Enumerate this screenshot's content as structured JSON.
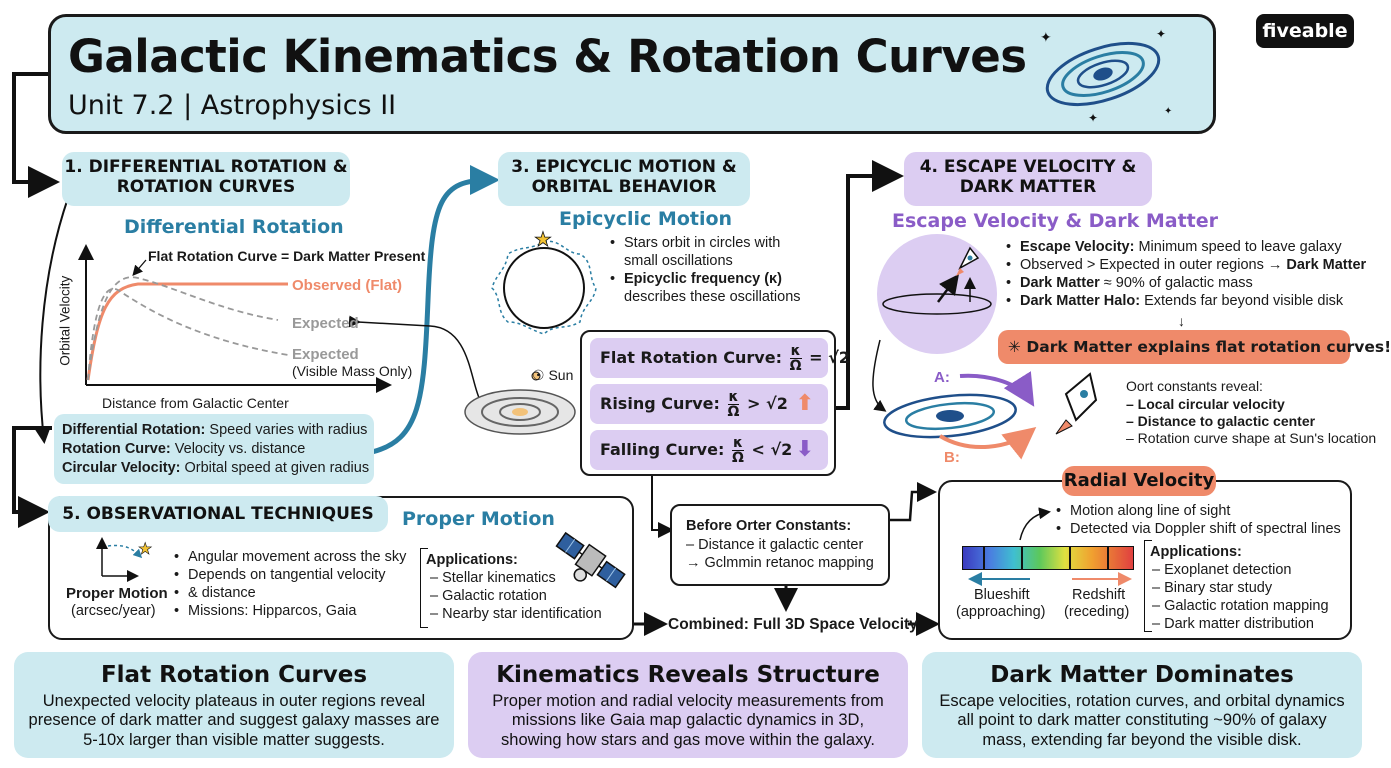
{
  "header": {
    "title": "Galactic Kinematics & Rotation Curves",
    "subtitle": "Unit 7.2 | Astrophysics II",
    "logo": "fiveable"
  },
  "section1": {
    "pill": "1. DIFFERENTIAL ROTATION & ROTATION CURVES",
    "heading": "Differential Rotation",
    "chart": {
      "annotation": "Flat Rotation Curve = Dark Matter Present",
      "ylabel": "Orbital Velocity",
      "xlabel": "Distance from Galactic Center",
      "label_observed": "Observed (Flat)",
      "label_expected": "Expected",
      "label_expected_visible": "Expected",
      "label_expected_visible_2": "(Visible Mass Only)"
    },
    "defs": [
      {
        "term": "Differential Rotation:",
        "desc": " Speed varies with radius"
      },
      {
        "term": "Rotation Curve:",
        "desc": " Velocity vs. distance"
      },
      {
        "term": "Circular Velocity:",
        "desc": " Orbital speed at given radius"
      }
    ],
    "sun_label": "Sun"
  },
  "section3": {
    "pill": "3. EPICYCLIC MOTION & ORBITAL BEHAVIOR",
    "heading": "Epicyclic Motion",
    "bullets": [
      {
        "plain": "Stars orbit in circles with",
        "plain2": "small oscillations"
      },
      {
        "bold": "Epicyclic frequency (κ)",
        "plain2": "describes these oscillations"
      }
    ],
    "ratios": [
      {
        "label": "Flat Rotation Curve:",
        "op": "= √2",
        "arrow": ""
      },
      {
        "label": "Rising Curve:",
        "op": "> √2",
        "arrow": "up"
      },
      {
        "label": "Falling Curve:",
        "op": "< √2",
        "arrow": "down"
      }
    ],
    "frac_num": "κ",
    "frac_den": "Ω"
  },
  "section4": {
    "pill": "4. ESCAPE VELOCITY & DARK MATTER",
    "heading": "Escape Velocity & Dark Matter",
    "bullets": [
      {
        "bold": "Escape Velocity:",
        "plain": " Minimum speed to leave galaxy"
      },
      {
        "plain": "Observed > Expected in outer regions → ",
        "bold2": "Dark Matter"
      },
      {
        "bold": "Dark Matter",
        "plain": " ≈ 90% of galactic mass"
      },
      {
        "bold": "Dark Matter Halo:",
        "plain": " Extends far beyond visible disk"
      }
    ],
    "callout": "Dark Matter explains flat rotation curves!",
    "label_a": "A:",
    "label_b": "B:",
    "oort_title": "Oort constants reveal:",
    "oort_items": [
      "– Local circular velocity",
      "– Distance to galactic center",
      "– Rotation curve shape at Sun's location"
    ]
  },
  "section5": {
    "pill": "5. OBSERVATIONAL TECHNIQUES",
    "heading": "Proper Motion",
    "pm_label": "Proper Motion",
    "pm_unit": "(arcsec/year)",
    "bullets": [
      "Angular movement across the sky",
      "Depends on tangential velocity",
      "& distance",
      "Missions: Hipparcos, Gaia"
    ],
    "apps_title": "Applications:",
    "apps": [
      "– Stellar kinematics",
      "– Galactic rotation",
      "– Nearby star identification"
    ]
  },
  "oort_box": {
    "title": "Before Orter Constants:",
    "lines": [
      "– Distance it galactic center",
      "→ Gclmmin retanoc mapping"
    ]
  },
  "combined": "Combined: Full 3D Space Velocity",
  "radial": {
    "pill": "Radial Velocity",
    "bullets": [
      "Motion along line of sight",
      "Detected via Doppler shift of spectral lines"
    ],
    "blueshift": "Blueshift",
    "blueshift_sub": "(approaching)",
    "redshift": "Redshift",
    "redshift_sub": "(receding)",
    "apps_title": "Applications:",
    "apps": [
      "– Exoplanet detection",
      "– Binary star study",
      "– Galactic rotation mapping",
      "– Dark matter distribution"
    ]
  },
  "bottom": [
    {
      "title": "Flat Rotation Curves",
      "body": "Unexpected velocity plateaus in outer regions reveal presence of dark matter and suggest galaxy masses are 5-10x larger than visible matter suggests."
    },
    {
      "title": "Kinematics Reveals Structure",
      "body": "Proper motion and radial velocity measurements from missions like Gaia map galactic dynamics in 3D, showing how stars and gas move within the galaxy."
    },
    {
      "title": "Dark Matter Dominates",
      "body": "Escape velocities, rotation curves, and orbital dynamics all point to dark matter constituting ~90% of galaxy mass, extending far beyond the visible disk."
    }
  ],
  "colors": {
    "blue": "#2a7ea3",
    "purple": "#8a5cc7",
    "salmon": "#ef8a6a",
    "pill_blue": "#cdeaf0",
    "pill_purple": "#dccdf2"
  }
}
